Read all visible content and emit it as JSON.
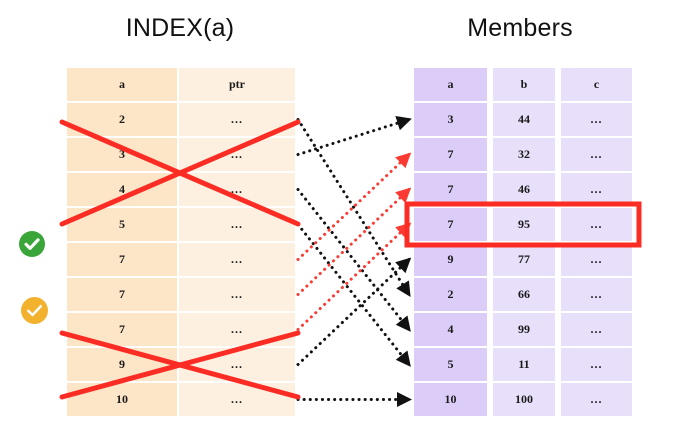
{
  "titles": {
    "left": "INDEX(a)",
    "right": "Members"
  },
  "index_table": {
    "name": "INDEX(a)",
    "headers": [
      "a",
      "ptr"
    ],
    "rows": [
      {
        "a": "2",
        "ptr": "...",
        "struck": true
      },
      {
        "a": "3",
        "ptr": "...",
        "struck": true
      },
      {
        "a": "4",
        "ptr": "...",
        "struck": true
      },
      {
        "a": "5",
        "ptr": "...",
        "struck": true
      },
      {
        "a": "7",
        "ptr": "...",
        "struck": false
      },
      {
        "a": "7",
        "ptr": "...",
        "struck": false
      },
      {
        "a": "7",
        "ptr": "...",
        "struck": false
      },
      {
        "a": "9",
        "ptr": "...",
        "struck": true
      },
      {
        "a": "10",
        "ptr": "...",
        "struck": true
      }
    ]
  },
  "members_table": {
    "name": "Members",
    "headers": [
      "a",
      "b",
      "c"
    ],
    "rows": [
      {
        "a": "3",
        "b": "44",
        "c": "...",
        "highlighted": false
      },
      {
        "a": "7",
        "b": "32",
        "c": "...",
        "highlighted": false
      },
      {
        "a": "7",
        "b": "46",
        "c": "...",
        "highlighted": false
      },
      {
        "a": "7",
        "b": "95",
        "c": "...",
        "highlighted": true
      },
      {
        "a": "9",
        "b": "77",
        "c": "...",
        "highlighted": false
      },
      {
        "a": "2",
        "b": "66",
        "c": "...",
        "highlighted": false
      },
      {
        "a": "4",
        "b": "99",
        "c": "...",
        "highlighted": false
      },
      {
        "a": "5",
        "b": "11",
        "c": "...",
        "highlighted": false
      },
      {
        "a": "10",
        "b": "100",
        "c": "...",
        "highlighted": false
      }
    ]
  },
  "badges": [
    {
      "icon": "check-circle-filled-green",
      "color": "#3aa63a",
      "row": 5
    },
    {
      "icon": "check-circle-filled-amber",
      "color": "#f2b22e",
      "row": 7
    }
  ],
  "colors": {
    "index_header": "#fbce8e",
    "index_key_cell": "#fde6c8",
    "index_ptr_cell": "#fdf0e0",
    "members_header": "#c3a6f5",
    "members_key_cell": "#dccdf8",
    "members_cell": "#e8dffb",
    "strike": "#fb2c24",
    "highlight_box": "#fb2c24",
    "arrow_black": "#111111",
    "arrow_red": "#fb3b33",
    "badge_green": "#3aa63a",
    "badge_amber": "#f2b22e",
    "background": "#ffffff"
  },
  "annotations": {
    "strike_lines": "red X marks over index rows 2-5 and rows 9-10",
    "matched_rows": "index rows with a=7 map to members rows 7/32, 7/46, 7/95",
    "highlight": "members row a=7 b=95 outlined in red"
  }
}
